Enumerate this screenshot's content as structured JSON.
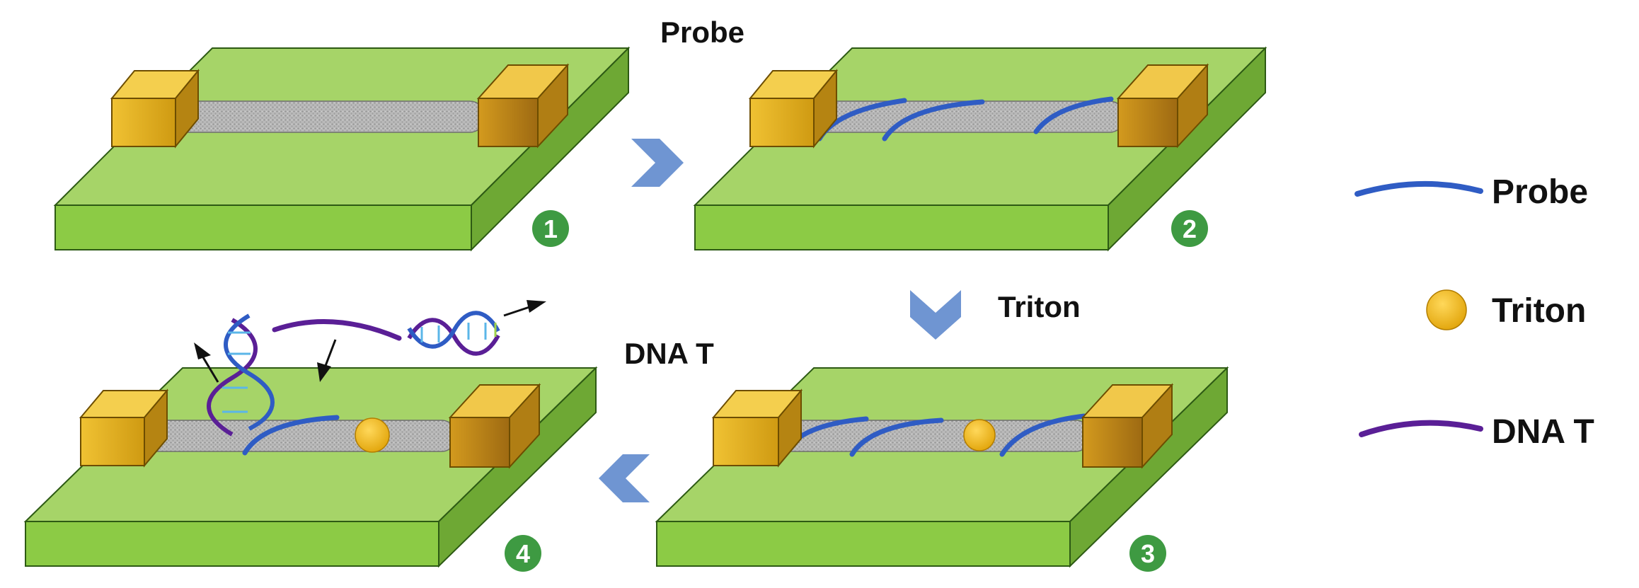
{
  "labels": {
    "probe_top": "Probe",
    "triton_mid": "Triton",
    "dna_mid": "DNA T"
  },
  "legend": [
    {
      "label": "Probe",
      "kind": "probe-line"
    },
    {
      "label": "Triton",
      "kind": "triton-dot"
    },
    {
      "label": "DNA T",
      "kind": "dna-line"
    }
  ],
  "steps": [
    "1",
    "2",
    "3",
    "4"
  ],
  "colors": {
    "substrate_top": "#a6d468",
    "substrate_front": "#8ccb45",
    "substrate_side": "#6ea834",
    "electrode": "#e2ae1c",
    "channel": "#b7b7b7",
    "probe": "#2f5cc4",
    "dna": "#5a1f96",
    "triton": "#f2b90e",
    "badge": "#3e9a42",
    "arrow": "#6f95d2"
  },
  "icons": [
    "chevron-right-icon",
    "chevron-down-icon",
    "chevron-left-icon"
  ]
}
